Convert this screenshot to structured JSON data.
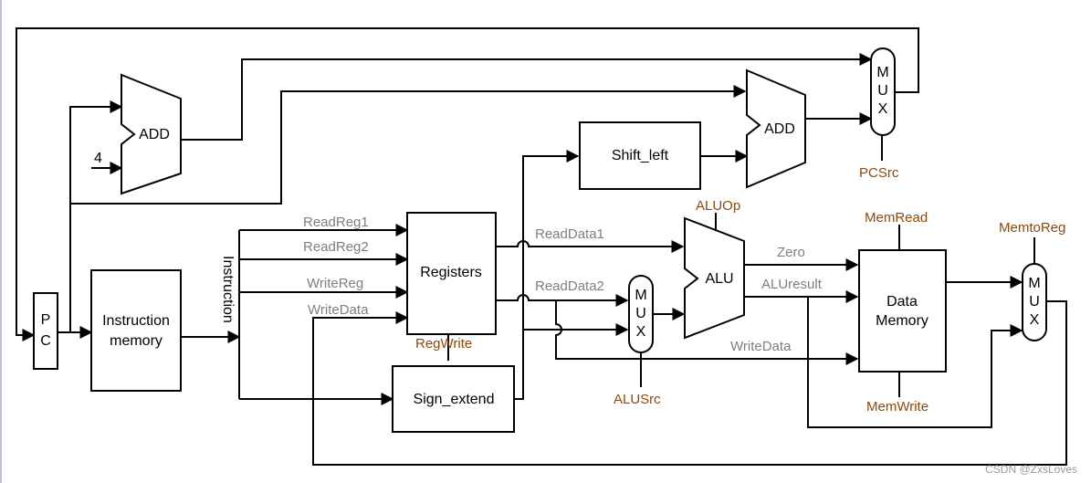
{
  "components": {
    "pc": [
      "P",
      "C"
    ],
    "add_top": "ADD",
    "const_four": "4",
    "instruction_memory": [
      "Instruction",
      "memory"
    ],
    "instruction_bus": "Instruction",
    "registers": "Registers",
    "sign_extend": "Sign_extend",
    "shift_left": "Shift_left",
    "add_branch": "ADD",
    "mux_pc": [
      "M",
      "U",
      "X"
    ],
    "mux_alu": [
      "M",
      "U",
      "X"
    ],
    "alu": "ALU",
    "data_memory": [
      "Data",
      "Memory"
    ],
    "mux_wb": [
      "M",
      "U",
      "X"
    ]
  },
  "signals": {
    "read_reg1": "ReadReg1",
    "read_reg2": "ReadReg2",
    "write_reg": "WriteReg",
    "write_data_reg": "WriteData",
    "read_data1": "ReadData1",
    "read_data2": "ReadData2",
    "zero": "Zero",
    "alu_result": "ALUresult",
    "write_data_mem": "WriteData"
  },
  "control": {
    "reg_write": "RegWrite",
    "alu_src": "ALUSrc",
    "alu_op": "ALUOp",
    "pc_src": "PCSrc",
    "mem_read": "MemRead",
    "mem_write": "MemWrite",
    "mem_to_reg": "MemtoReg"
  },
  "colors": {
    "signal_label": "#7f7f7f",
    "control_label": "#8b4a0e",
    "line": "#000000"
  },
  "watermark": "CSDN @ZxsLoves"
}
